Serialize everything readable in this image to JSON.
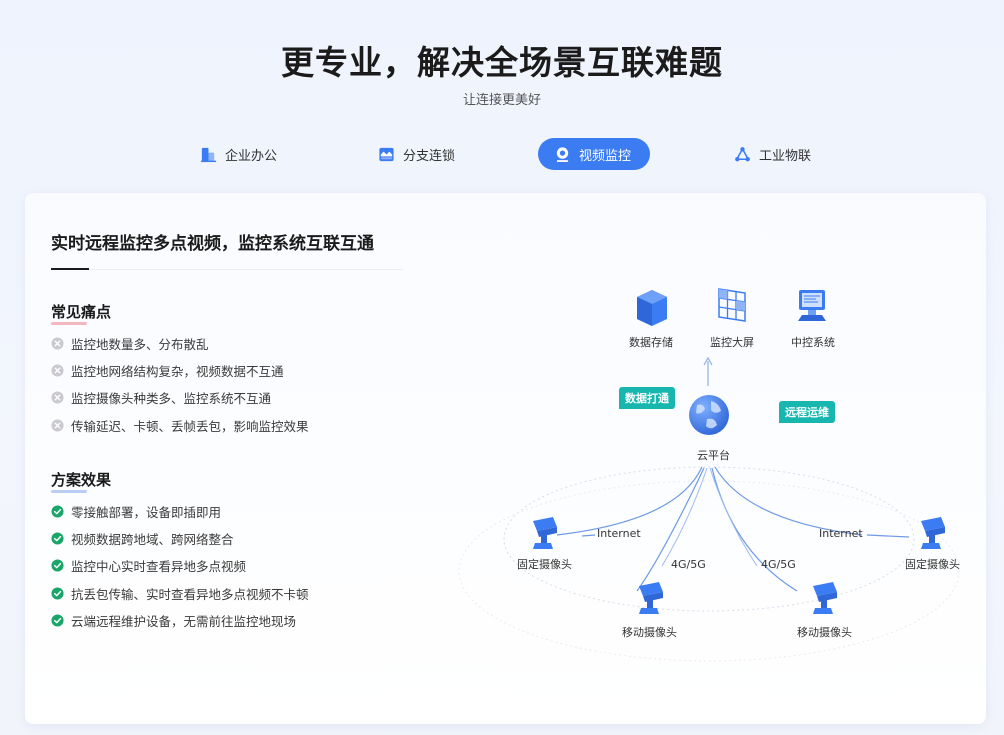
{
  "hero": {
    "title": "更专业，解决全场景互联难题",
    "subtitle": "让连接更美好"
  },
  "tabs": [
    {
      "label": "企业办公",
      "icon": "building-icon",
      "active": false
    },
    {
      "label": "分支连锁",
      "icon": "store-icon",
      "active": false
    },
    {
      "label": "视频监控",
      "icon": "camera-icon",
      "active": true
    },
    {
      "label": "工业物联",
      "icon": "network-icon",
      "active": false
    }
  ],
  "card": {
    "title": "实时远程监控多点视频，监控系统互联互通",
    "pain": {
      "title": "常见痛点",
      "items": [
        "监控地数量多、分布散乱",
        "监控地网络结构复杂，视频数据不互通",
        "监控摄像头种类多、监控系统不互通",
        "传输延迟、卡顿、丢帧丢包，影响监控效果"
      ]
    },
    "effect": {
      "title": "方案效果",
      "items": [
        "零接触部署，设备即插即用",
        "视频数据跨地域、跨网络整合",
        "监控中心实时查看异地多点视频",
        "抗丢包传输、实时查看异地多点视频不卡顿",
        "云端远程维护设备，无需前往监控地现场"
      ]
    }
  },
  "diagram": {
    "top_nodes": [
      "数据存储",
      "监控大屏",
      "中控系统"
    ],
    "tag_left": "数据打通",
    "tag_right": "远程运维",
    "cloud": "云平台",
    "edge_internet": "Internet",
    "edge_mobile": "4G/5G",
    "fixed_camera": "固定摄像头",
    "mobile_camera": "移动摄像头"
  },
  "colors": {
    "accent": "#3c7cf3",
    "tag": "#17b7b0",
    "ok": "#1aa56a",
    "pain_underline": "#f3b7c0",
    "effect_underline": "#b9cdf6"
  }
}
